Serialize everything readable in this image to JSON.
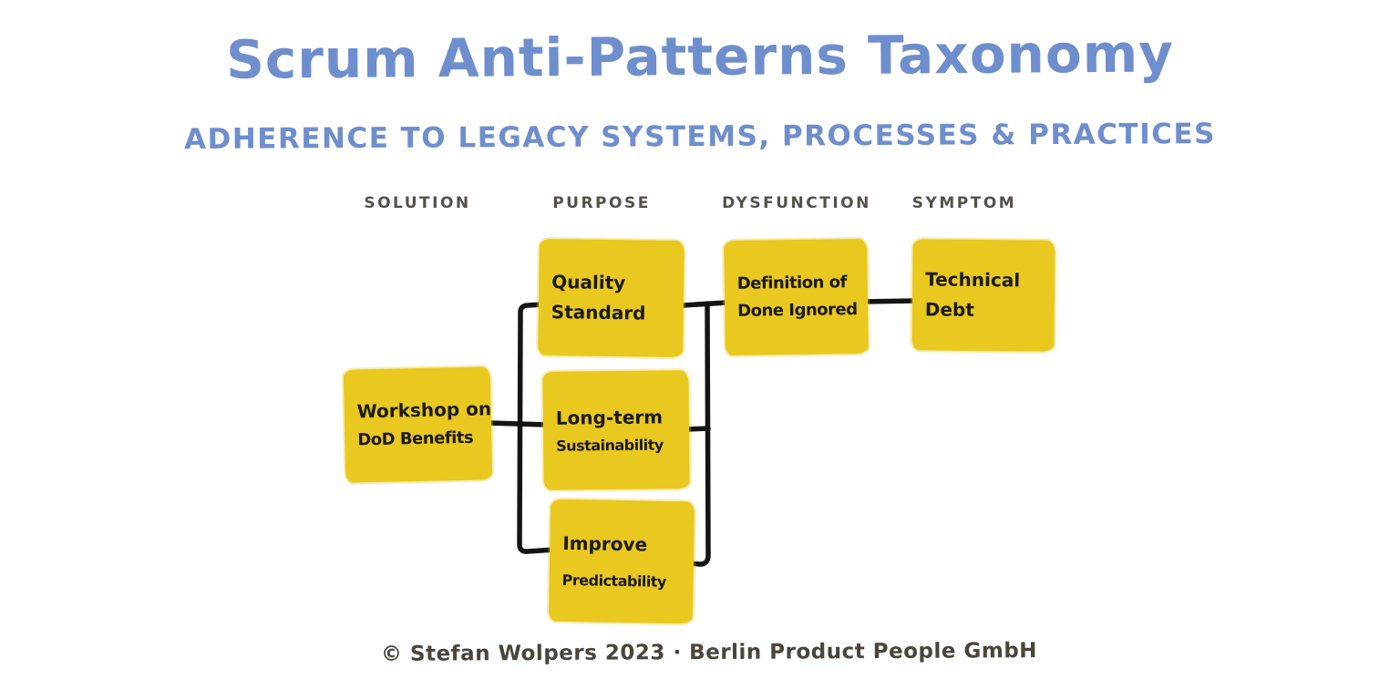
{
  "title": "Scrum Anti-Patterns Taxonomy",
  "subtitle": "ADHERENCE TO LEGACY SYSTEMS, PROCESSES & PRACTICES",
  "columns": [
    {
      "id": "solution",
      "label": "SOLUTION"
    },
    {
      "id": "purpose",
      "label": "PURPOSE"
    },
    {
      "id": "dysfunction",
      "label": "DYSFUNCTION"
    },
    {
      "id": "symptom",
      "label": "SYMPTOM"
    }
  ],
  "notes": {
    "workshop": {
      "column": "solution",
      "line1": "Workshop on",
      "line2": "DoD Benefits"
    },
    "quality": {
      "column": "purpose",
      "line1": "Quality",
      "line2": "Standard"
    },
    "longterm": {
      "column": "purpose",
      "line1": "Long-term",
      "line2": "Sustainability"
    },
    "improve": {
      "column": "purpose",
      "line1": "Improve",
      "line2": "Predictability"
    },
    "definition": {
      "column": "dysfunction",
      "line1": "Definition of",
      "line2": "Done Ignored"
    },
    "technical": {
      "column": "symptom",
      "line1": "Technical",
      "line2": "Debt"
    }
  },
  "connections": [
    {
      "from": "workshop",
      "to": "quality"
    },
    {
      "from": "workshop",
      "to": "longterm"
    },
    {
      "from": "workshop",
      "to": "improve"
    },
    {
      "from": "quality",
      "to": "definition"
    },
    {
      "from": "longterm",
      "to": "definition"
    },
    {
      "from": "improve",
      "to": "definition"
    },
    {
      "from": "definition",
      "to": "technical"
    }
  ],
  "footer": "© Stefan Wolpers 2023 · Berlin Product People GmbH",
  "colors": {
    "note_yellow": "#e9c81f",
    "title_blue": "#6e8ecd",
    "ink": "#1a1a1a",
    "header_text": "#55514a",
    "footer_text": "#4a443b",
    "connector": "#141414",
    "background": "#ffffff"
  }
}
